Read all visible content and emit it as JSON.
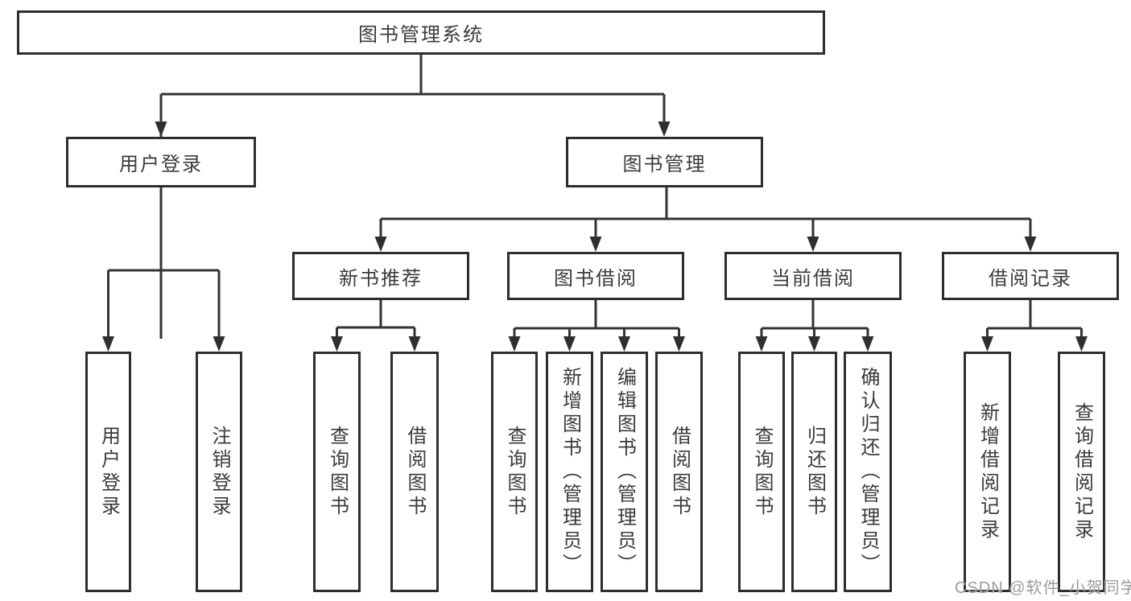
{
  "nodes": {
    "root": "图书管理系统",
    "user_login": "用户登录",
    "book_mgmt": "图书管理",
    "new_book_rec": "新书推荐",
    "book_borrow": "图书借阅",
    "current_borrow": "当前借阅",
    "borrow_records": "借阅记录"
  },
  "leaves": {
    "user_login": [
      "用户登录",
      "注销登录"
    ],
    "new_book_rec": [
      "查询图书",
      "借阅图书"
    ],
    "book_borrow": [
      "查询图书",
      "新增图书（管理员）",
      "编辑图书（管理员）",
      "借阅图书"
    ],
    "current_borrow": [
      "查询图书",
      "归还图书",
      "确认归还（管理员）"
    ],
    "borrow_records": [
      "新增借阅记录",
      "查询借阅记录"
    ]
  },
  "watermark": "CSDN @软件_小贺同学",
  "colors": {
    "box_border": "#2e2e2e",
    "connector": "#333333",
    "text": "#3b3b3b",
    "watermark": "#9b9b9b",
    "background": "#ffffff"
  }
}
